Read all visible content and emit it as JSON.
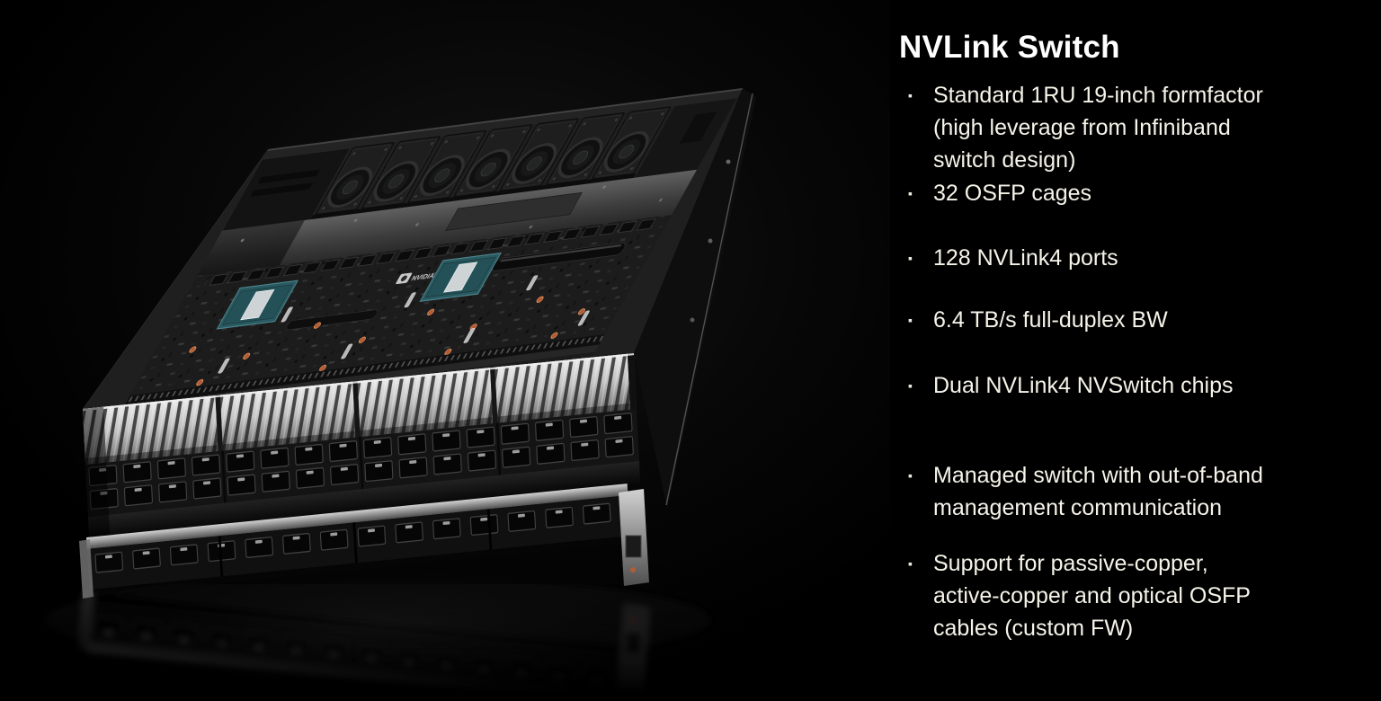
{
  "slide": {
    "title": "NVLink Switch",
    "bullet_marker": "▪",
    "features": [
      "Standard 1RU 19-inch formfactor (high leverage from Infiniband switch design)",
      "32 OSFP cages",
      "128 NVLink4 ports",
      "6.4 TB/s full-duplex BW",
      "Dual NVLink4 NVSwitch chips",
      "Managed switch with out-of-band management communication",
      "Support for passive-copper, active-copper and optical OSFP cables (custom FW)"
    ],
    "colors": {
      "background": "#000000",
      "title_text": "#ffffff",
      "body_text": "#f6f4e9",
      "chip_pcb_teal": "#2a5a61",
      "heatsink_silver": "#c9c9c9",
      "screw_orange": "#b25c35"
    }
  },
  "photo": {
    "alt": "NVIDIA NVLink Switch 1RU chassis with top cover removed, angled product photo on black background",
    "logo_text": "NVIDIA",
    "visible_features": {
      "fan_count": 7,
      "nvswitch_chip_count": 2,
      "heatsink_segments": 4,
      "osfp_cage_columns": 16,
      "osfp_cage_rows": 2
    }
  }
}
